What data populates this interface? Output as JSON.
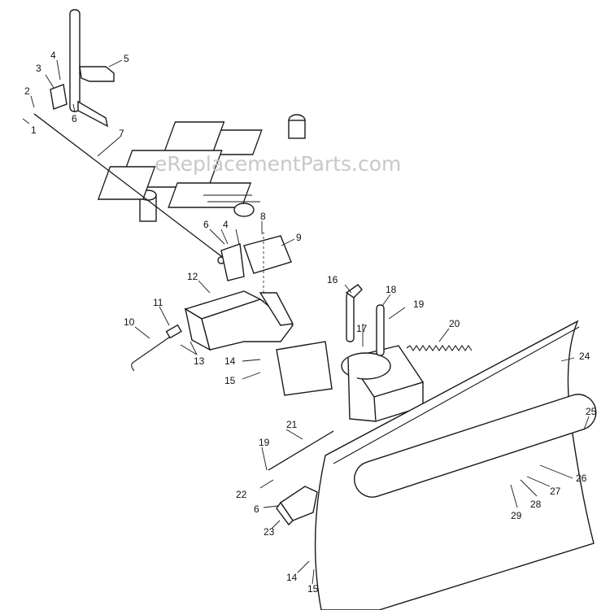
{
  "watermark": "eReplacementParts.com",
  "callouts": [
    {
      "id": "c1",
      "text": "1"
    },
    {
      "id": "c2",
      "text": "2"
    },
    {
      "id": "c3",
      "text": "3"
    },
    {
      "id": "c4a",
      "text": "4"
    },
    {
      "id": "c5",
      "text": "5"
    },
    {
      "id": "c6a",
      "text": "6"
    },
    {
      "id": "c7",
      "text": "7"
    },
    {
      "id": "c6b",
      "text": "6"
    },
    {
      "id": "c4b",
      "text": "4"
    },
    {
      "id": "c8",
      "text": "8"
    },
    {
      "id": "c9",
      "text": "9"
    },
    {
      "id": "c12",
      "text": "12"
    },
    {
      "id": "c11",
      "text": "11"
    },
    {
      "id": "c10",
      "text": "10"
    },
    {
      "id": "c13",
      "text": "13"
    },
    {
      "id": "c14a",
      "text": "14"
    },
    {
      "id": "c15a",
      "text": "15"
    },
    {
      "id": "c16",
      "text": "16"
    },
    {
      "id": "c17",
      "text": "17"
    },
    {
      "id": "c18",
      "text": "18"
    },
    {
      "id": "c19a",
      "text": "19"
    },
    {
      "id": "c20",
      "text": "20"
    },
    {
      "id": "c24",
      "text": "24"
    },
    {
      "id": "c25",
      "text": "25"
    },
    {
      "id": "c21",
      "text": "21"
    },
    {
      "id": "c19b",
      "text": "19"
    },
    {
      "id": "c22",
      "text": "22"
    },
    {
      "id": "c6c",
      "text": "6"
    },
    {
      "id": "c23",
      "text": "23"
    },
    {
      "id": "c26",
      "text": "26"
    },
    {
      "id": "c27",
      "text": "27"
    },
    {
      "id": "c28",
      "text": "28"
    },
    {
      "id": "c29",
      "text": "29"
    },
    {
      "id": "c14b",
      "text": "14"
    },
    {
      "id": "c15b",
      "text": "15"
    }
  ]
}
